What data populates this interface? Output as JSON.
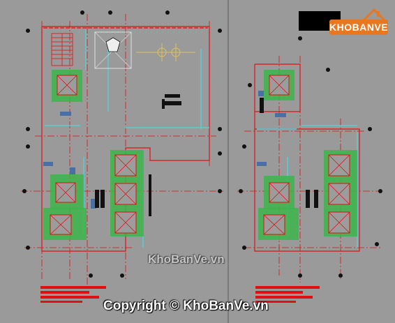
{
  "watermarks": {
    "center": "KhoBanVe.vn",
    "bottom": "Copyright © KhoBanVe.vn"
  },
  "logo": {
    "text": "KHOBANVE"
  },
  "colors": {
    "background": "#9a9a9a",
    "wall_green": "#3db54a",
    "axis_red": "#e01010",
    "wall_cyan": "#4fd6e0",
    "dark": "#111111",
    "logo_orange": "#e87722"
  }
}
